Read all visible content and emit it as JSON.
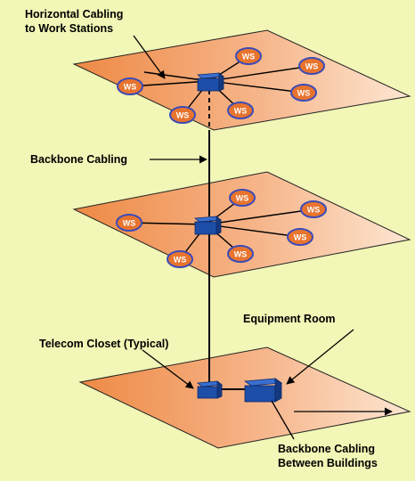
{
  "labels": {
    "horizontal_line1": "Horizontal Cabling",
    "horizontal_line2": "to Work Stations",
    "backbone": "Backbone Cabling",
    "equipment_room": "Equipment Room",
    "telecom_closet": "Telecom Closet (Typical)",
    "between_line1": "Backbone Cabling",
    "between_line2": "Between Buildings"
  },
  "workstation_label": "WS",
  "colors": {
    "background": "#f2f6b6",
    "floor_dark": "#ee8a45",
    "floor_light": "#fde6d2",
    "device": "#1d4ea8",
    "ws_fill": "#e8742e",
    "ws_stroke": "#3b4bb8"
  }
}
